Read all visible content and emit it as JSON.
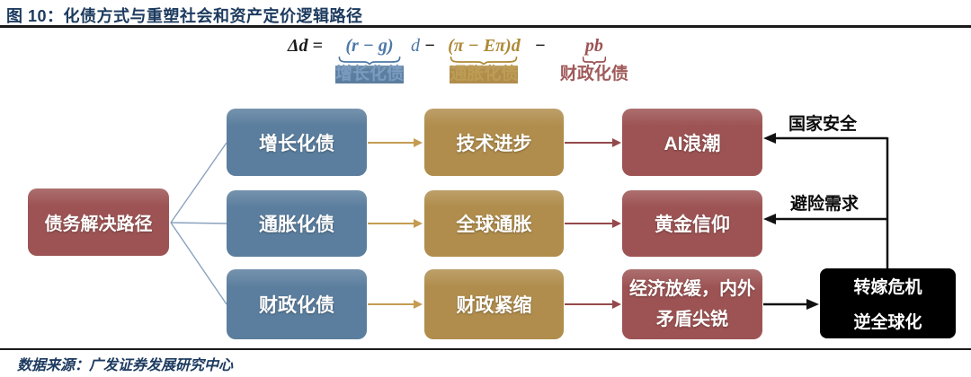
{
  "title": "图 10：化债方式与重塑社会和资产定价逻辑路径",
  "formula": {
    "lhs": "Δd =",
    "growth": {
      "expr": "(r − g)",
      "tail": "d",
      "label": "增长化债"
    },
    "minus1": "−",
    "inflation": {
      "expr": "(π − Eπ)d",
      "label": "通胀化债"
    },
    "minus2": "−",
    "fiscal": {
      "expr": "pb",
      "label": "财政化债"
    }
  },
  "flowchart": {
    "root": "债务解决路径",
    "rows": [
      {
        "method": "增长化债",
        "mechanism": "技术进步",
        "outcome": "AI浪潮"
      },
      {
        "method": "通胀化债",
        "mechanism": "全球通胀",
        "outcome": "黄金信仰"
      },
      {
        "method": "财政化债",
        "mechanism": "财政紧缩",
        "outcome_line1": "经济放缓，内外",
        "outcome_line2": "矛盾尖锐"
      }
    ],
    "annotations": {
      "top": "国家安全",
      "middle": "避险需求"
    },
    "black_box": {
      "line1": "转嫁危机",
      "line2": "逆全球化"
    }
  },
  "footer": {
    "source": "数据来源：广发证券发展研究中心"
  },
  "colors": {
    "title_navy": "#1c3a5e",
    "box_maroon": "#9d5353",
    "box_blue": "#5b7e9e",
    "box_gold": "#b08d4c",
    "box_black": "#000000",
    "formula_blue": "#4d79a8",
    "formula_gold": "#ad8935",
    "formula_red": "#9b5253",
    "arrow_gold": "#c49c52",
    "arrow_red": "#95494b",
    "arrow_black": "#111111",
    "fan_line_blue": "#8aa2bd"
  }
}
